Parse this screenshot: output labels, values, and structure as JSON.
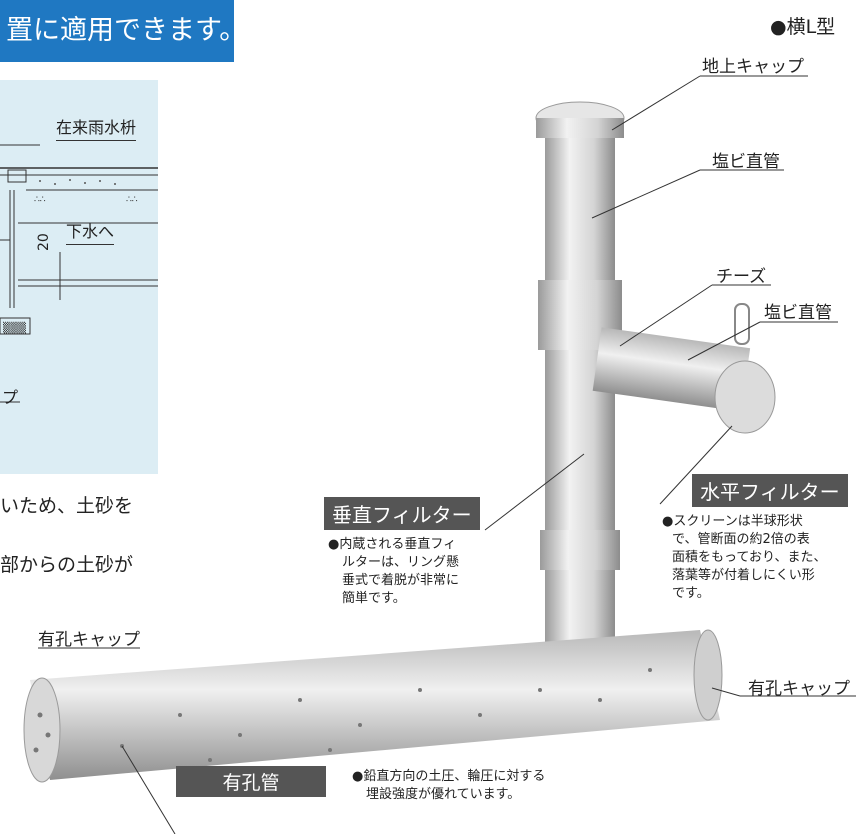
{
  "banner": {
    "text": "置に適用できます。"
  },
  "type_label": "●横L型",
  "diagram_labels": {
    "catch_basin": "在来雨水枡",
    "to_sewer": "下水へ",
    "dimension": "20",
    "cap_fragment": "プ"
  },
  "body_text": {
    "line1": "いため、土砂を",
    "line2": "部からの土砂が"
  },
  "callouts": {
    "ground_cap": "地上キャップ",
    "pvc_pipe_1": "塩ビ直管",
    "tee": "チーズ",
    "pvc_pipe_2": "塩ビ直管",
    "perforated_cap_left": "有孔キャップ",
    "perforated_cap_right": "有孔キャップ"
  },
  "vertical_filter": {
    "tag": "垂直フィルター",
    "note": [
      "●内蔵される垂直フィ",
      "ルターは、リング懸",
      "垂式で着脱が非常に",
      "簡単です。"
    ]
  },
  "horizontal_filter": {
    "tag": "水平フィルター",
    "note": [
      "●スクリーンは半球形状",
      "で、管断面の約2倍の表",
      "面積をもっており、また、",
      "落葉等が付着しにくい形",
      "です。"
    ]
  },
  "perforated_pipe": {
    "tag": "有孔管",
    "note": [
      "●鉛直方向の土圧、輪圧に対する",
      "埋設強度が優れています。"
    ]
  }
}
